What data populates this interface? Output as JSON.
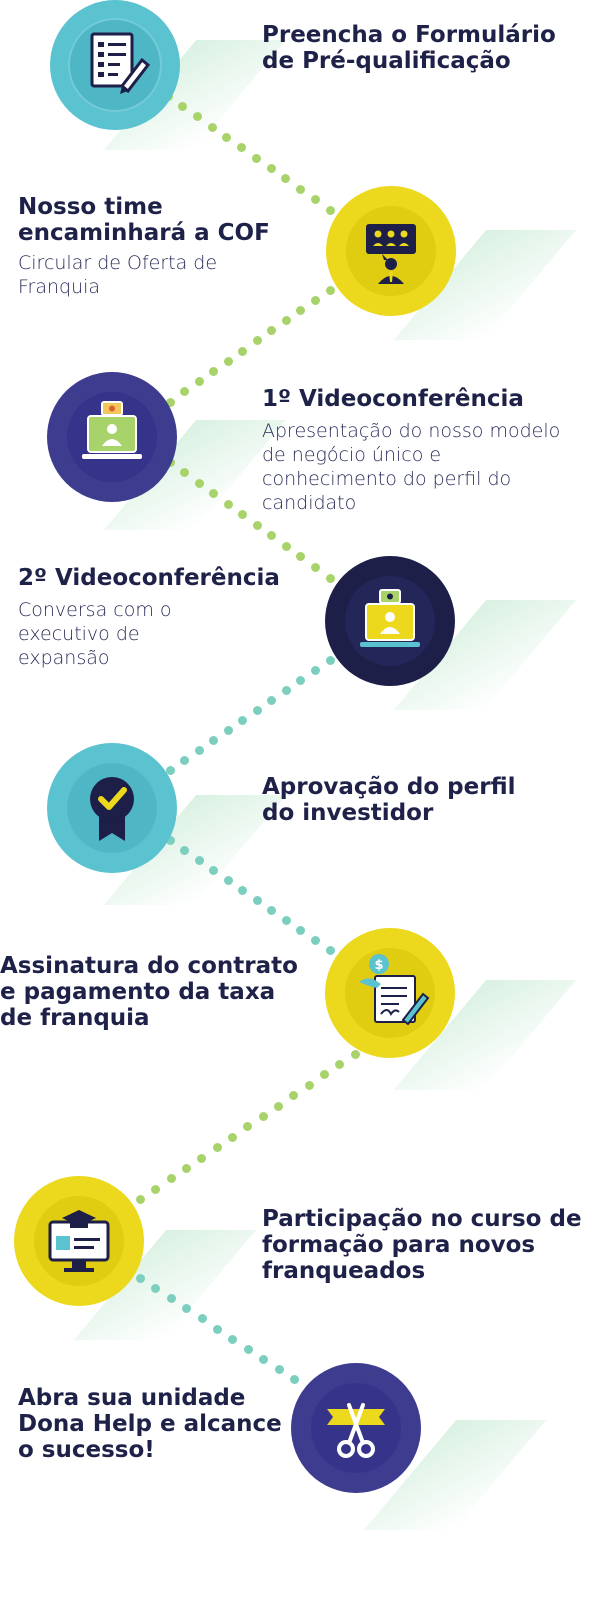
{
  "colors": {
    "teal": "#5bc2d0",
    "yellow": "#ecd81c",
    "indigo": "#3e3c8f",
    "navy": "#1d1f48",
    "green": "#a8d36b",
    "text": "#1e2148"
  },
  "steps": [
    {
      "title": "Preencha o Formulário de Pré-qualificação",
      "description": "",
      "icon": "form-icon",
      "color": "teal"
    },
    {
      "title": "Nosso time encaminhará a COF",
      "description": "Circular de Oferta de Franquia",
      "icon": "presenter-icon",
      "color": "yellow"
    },
    {
      "title": "1º Videoconferência",
      "description": "Apresentação do nosso modelo de negócio único e conhecimento do perfil do candidato",
      "icon": "video-call-icon",
      "color": "indigo"
    },
    {
      "title": "2º Videoconferência",
      "description": "Conversa com o executivo de expansão",
      "icon": "video-call-icon",
      "color": "navy"
    },
    {
      "title": "Aprovação do perfil do investidor",
      "description": "",
      "icon": "approval-badge-icon",
      "color": "teal"
    },
    {
      "title": "Assinatura do contrato e pagamento da taxa de franquia",
      "description": "",
      "icon": "contract-payment-icon",
      "color": "yellow"
    },
    {
      "title": "Participação no curso de formação para novos franqueados",
      "description": "",
      "icon": "graduation-course-icon",
      "color": "yellow"
    },
    {
      "title": "Abra sua unidade Dona Help e alcance o sucesso!",
      "description": "",
      "icon": "ribbon-cutting-icon",
      "color": "indigo"
    }
  ]
}
